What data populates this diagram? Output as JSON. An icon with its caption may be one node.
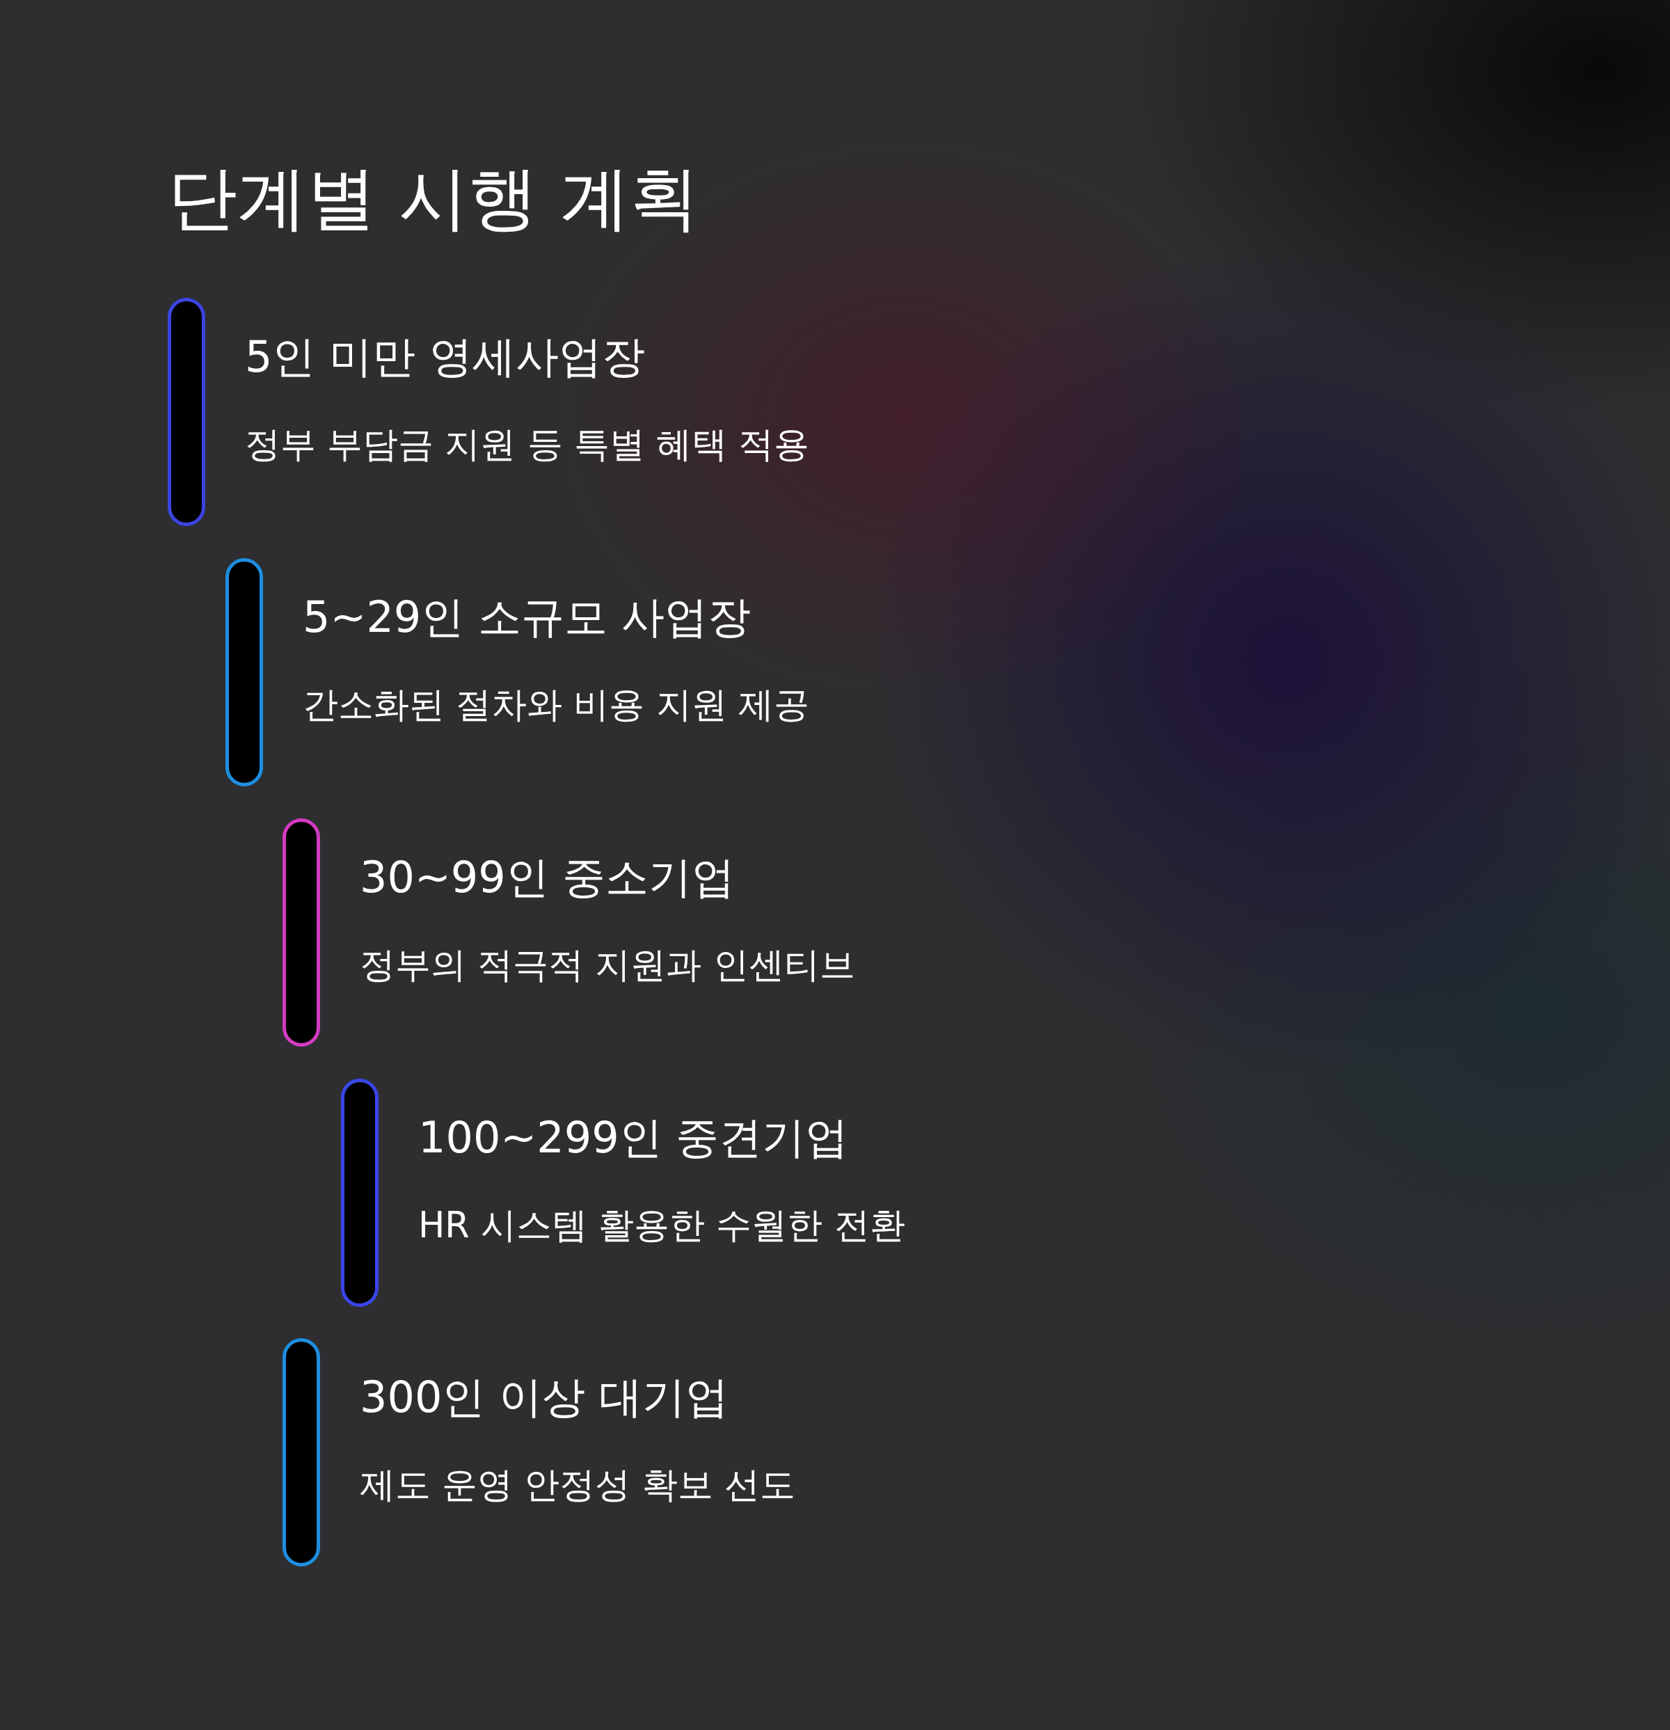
{
  "diagram": {
    "title": "단계별 시행 계획",
    "nodes": [
      {
        "text": [
          "5인 미만 영세사업장",
          "정부 부담금 지원 등 특별 혜택 적용"
        ]
      },
      {
        "text": [
          "5~29인 소규모 사업장",
          "간소화된 절차와 비용 지원 제공"
        ]
      },
      {
        "text": [
          "30~99인 중소기업",
          "정부의 적극적 지원과 인센티브"
        ]
      },
      {
        "text": [
          "100~299인 중견기업",
          "HR 시스템 활용한 수월한 전환"
        ]
      },
      {
        "text": [
          "300인 이상 대기업",
          "제도 운영 안정성 확보 선도"
        ]
      }
    ]
  }
}
